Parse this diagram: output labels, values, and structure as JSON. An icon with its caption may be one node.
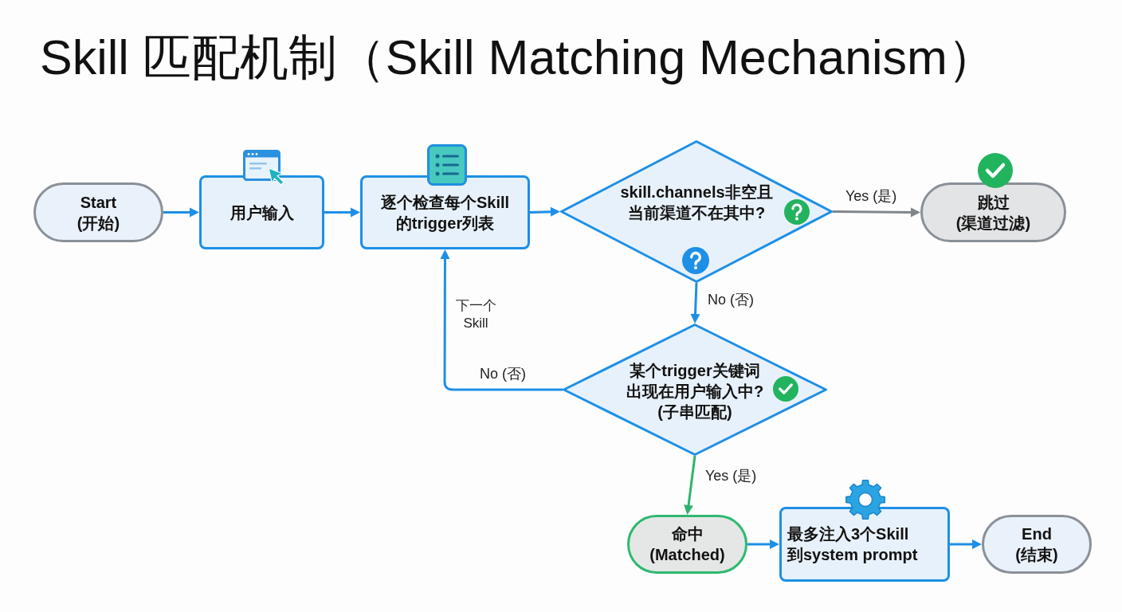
{
  "diagram": {
    "title": "Skill 匹配机制（Skill Matching Mechanism）",
    "nodes": [
      {
        "text": [
          "Start",
          "(开始)"
        ]
      },
      {
        "text": [
          "用户输入"
        ]
      },
      {
        "text": [
          "逐个检查每个Skill的trigger列表"
        ]
      },
      {
        "text": [
          "skill.channels非空且当前渠道不在其中?"
        ]
      },
      {
        "text": [
          "跳过",
          "(渠道过滤)"
        ]
      },
      {
        "text": [
          "某个trigger关键词出现在用户输入中?",
          "(子串匹配)"
        ]
      },
      {
        "text": [
          "命中",
          "(Matched)"
        ]
      },
      {
        "text": [
          "最多注入3个Skill到system prompt"
        ]
      },
      {
        "text": [
          "End",
          "(结束)"
        ]
      }
    ],
    "edges": [
      {
        "from": 0,
        "to": 1,
        "arrow": "to"
      },
      {
        "from": 1,
        "to": 2,
        "arrow": "to"
      },
      {
        "from": 2,
        "to": 3,
        "arrow": "to"
      },
      {
        "from": 3,
        "to": 4,
        "arrow": "to",
        "label": "Yes (是)",
        "color": "#80868b"
      },
      {
        "from": 3,
        "to": 5,
        "arrow": "to",
        "label": "No (否)"
      },
      {
        "from": 5,
        "to": 2,
        "arrow": "to",
        "label": "No (否)"
      },
      {
        "from": 5,
        "to": 6,
        "arrow": "to",
        "label": "Yes (是)",
        "color": "#2fb36e"
      },
      {
        "from": 6,
        "to": 7,
        "arrow": "to"
      },
      {
        "from": 7,
        "to": 8,
        "arrow": "to"
      }
    ],
    "labels": [
      "下一个 Skill"
    ]
  }
}
